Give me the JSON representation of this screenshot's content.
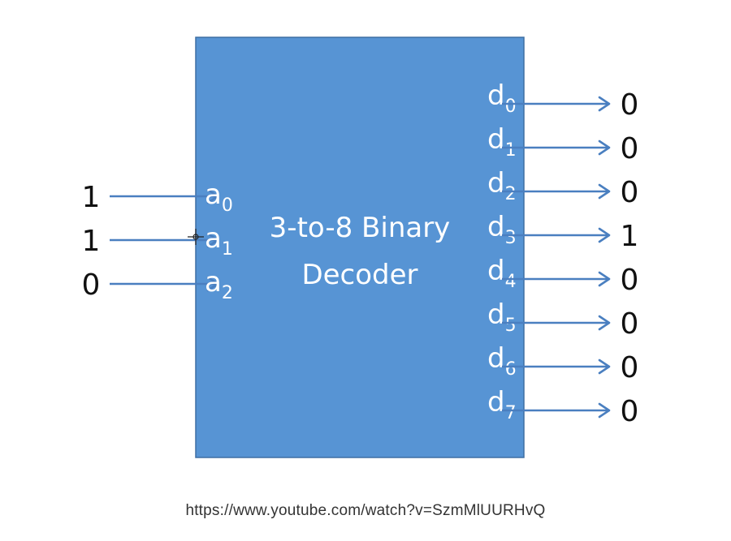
{
  "decoder": {
    "title_line1": "3-to-8 Binary",
    "title_line2": "Decoder"
  },
  "inputs": [
    {
      "pin": "a",
      "sub": "0",
      "value": "1"
    },
    {
      "pin": "a",
      "sub": "1",
      "value": "1"
    },
    {
      "pin": "a",
      "sub": "2",
      "value": "0"
    }
  ],
  "outputs": [
    {
      "pin": "d",
      "sub": "0",
      "value": "0"
    },
    {
      "pin": "d",
      "sub": "1",
      "value": "0"
    },
    {
      "pin": "d",
      "sub": "2",
      "value": "0"
    },
    {
      "pin": "d",
      "sub": "3",
      "value": "1"
    },
    {
      "pin": "d",
      "sub": "4",
      "value": "0"
    },
    {
      "pin": "d",
      "sub": "5",
      "value": "0"
    },
    {
      "pin": "d",
      "sub": "6",
      "value": "0"
    },
    {
      "pin": "d",
      "sub": "7",
      "value": "0"
    }
  ],
  "caption": "https://www.youtube.com/watch?v=SzmMlUURHvQ",
  "colors": {
    "box_fill": "#5794d4",
    "arrow": "#4a7fc0",
    "label_text": "#ffffff",
    "value_text": "#111111"
  }
}
